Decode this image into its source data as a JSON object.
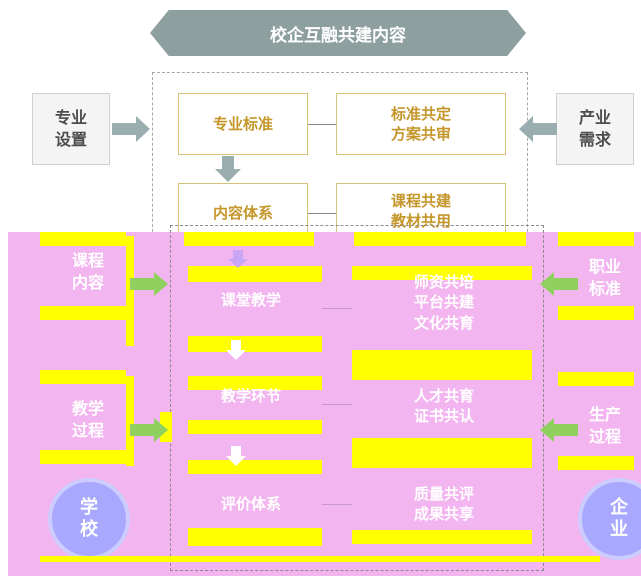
{
  "banner": {
    "title": "校企互融共建内容"
  },
  "top_boxes": {
    "left_side": "专业\n设置",
    "right_side": "产业\n需求",
    "row1_left": "专业标准",
    "row1_right": "标准共定\n方案共审",
    "row2_left": "内容体系",
    "row2_right": "课程共建\n教材共用"
  },
  "lower": {
    "left_side_1": "课程\n内容",
    "left_side_2": "教学\n过程",
    "right_side_1": "职业\n标准",
    "right_side_2": "生产\n过程",
    "left_circle": "学\n校",
    "right_circle": "企\n业",
    "stage1": "课堂教学",
    "stage2": "教学环节",
    "stage3": "评价体系",
    "pair1": "师资共培\n平台共建\n文化共育",
    "pair2": "人才共育\n证书共认",
    "pair3": "质量共评\n成果共享"
  }
}
